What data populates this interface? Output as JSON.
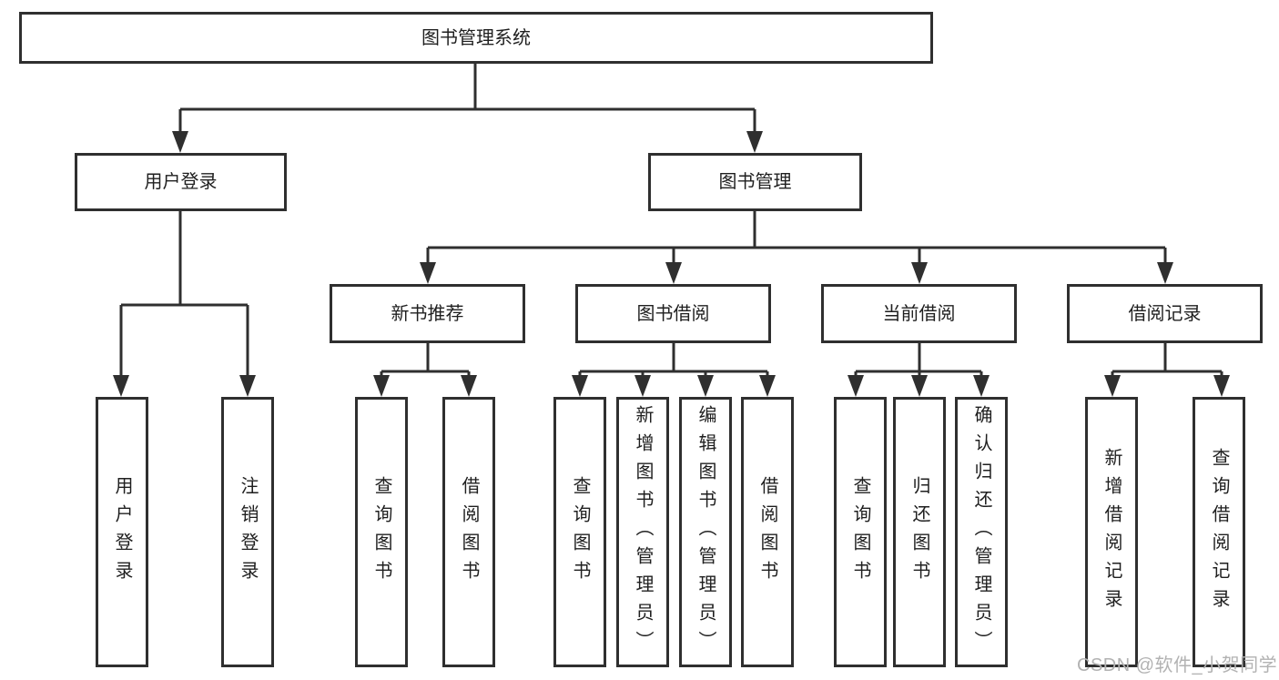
{
  "diagram_title": "图书管理系统",
  "tree": {
    "label": "图书管理系统",
    "children": [
      {
        "label": "用户登录",
        "children": [
          {
            "label": "用户登录"
          },
          {
            "label": "注销登录"
          }
        ]
      },
      {
        "label": "图书管理",
        "children": [
          {
            "label": "新书推荐",
            "children": [
              {
                "label": "查询图书"
              },
              {
                "label": "借阅图书"
              }
            ]
          },
          {
            "label": "图书借阅",
            "children": [
              {
                "label": "查询图书"
              },
              {
                "label": "新增图书（管理员）"
              },
              {
                "label": "编辑图书（管理员）"
              },
              {
                "label": "借阅图书"
              }
            ]
          },
          {
            "label": "当前借阅",
            "children": [
              {
                "label": "查询图书"
              },
              {
                "label": "归还图书"
              },
              {
                "label": "确认归还（管理员）"
              }
            ]
          },
          {
            "label": "借阅记录",
            "children": [
              {
                "label": "新增借阅记录"
              },
              {
                "label": "查询借阅记录"
              }
            ]
          }
        ]
      }
    ]
  },
  "watermark": "CSDN @软件_小贺同学",
  "colors": {
    "line": "#2f2f2f",
    "text": "#1f1f1f",
    "wm": "#b2b2b2",
    "bg": "#ffffff"
  }
}
